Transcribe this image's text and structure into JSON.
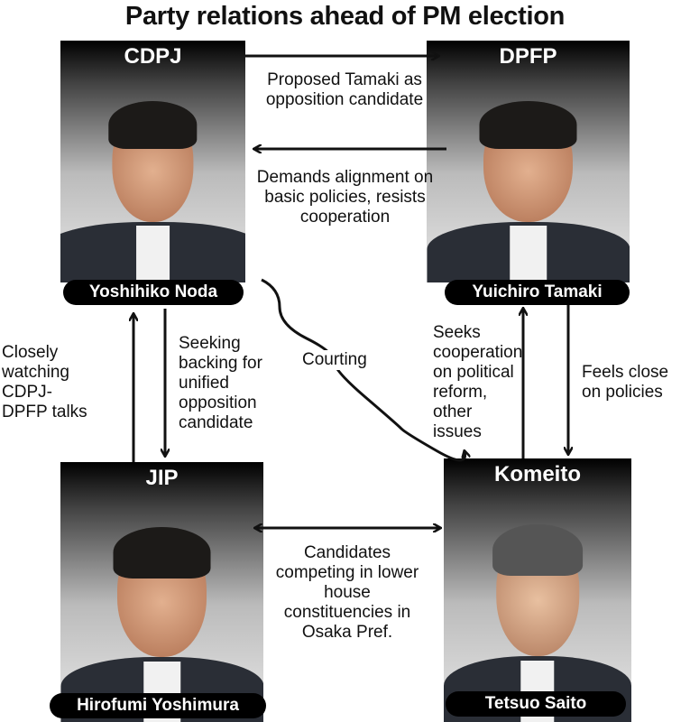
{
  "title": "Party relations ahead of PM election",
  "parties": {
    "cdpj": {
      "party": "CDPJ",
      "leader": "Yoshihiko Noda"
    },
    "dpfp": {
      "party": "DPFP",
      "leader": "Yuichiro Tamaki"
    },
    "jip": {
      "party": "JIP",
      "leader": "Hirofumi Yoshimura"
    },
    "komeito": {
      "party": "Komeito",
      "leader": "Tetsuo Saito"
    }
  },
  "relations": {
    "cdpj_to_dpfp": "Proposed Tamaki as opposition candidate",
    "dpfp_to_cdpj": "Demands alignment on basic policies, resists cooperation",
    "jip_to_cdpj": "Closely watching CDPJ-DPFP talks",
    "cdpj_to_jip": "Seeking backing for unified opposition candidate",
    "cdpj_to_komeito": "Courting",
    "komeito_to_dpfp": "Seeks cooperation on political reform, other issues",
    "dpfp_to_komeito": "Feels close on policies",
    "jip_komeito": "Candidates competing in lower house constituencies in Osaka Pref."
  }
}
